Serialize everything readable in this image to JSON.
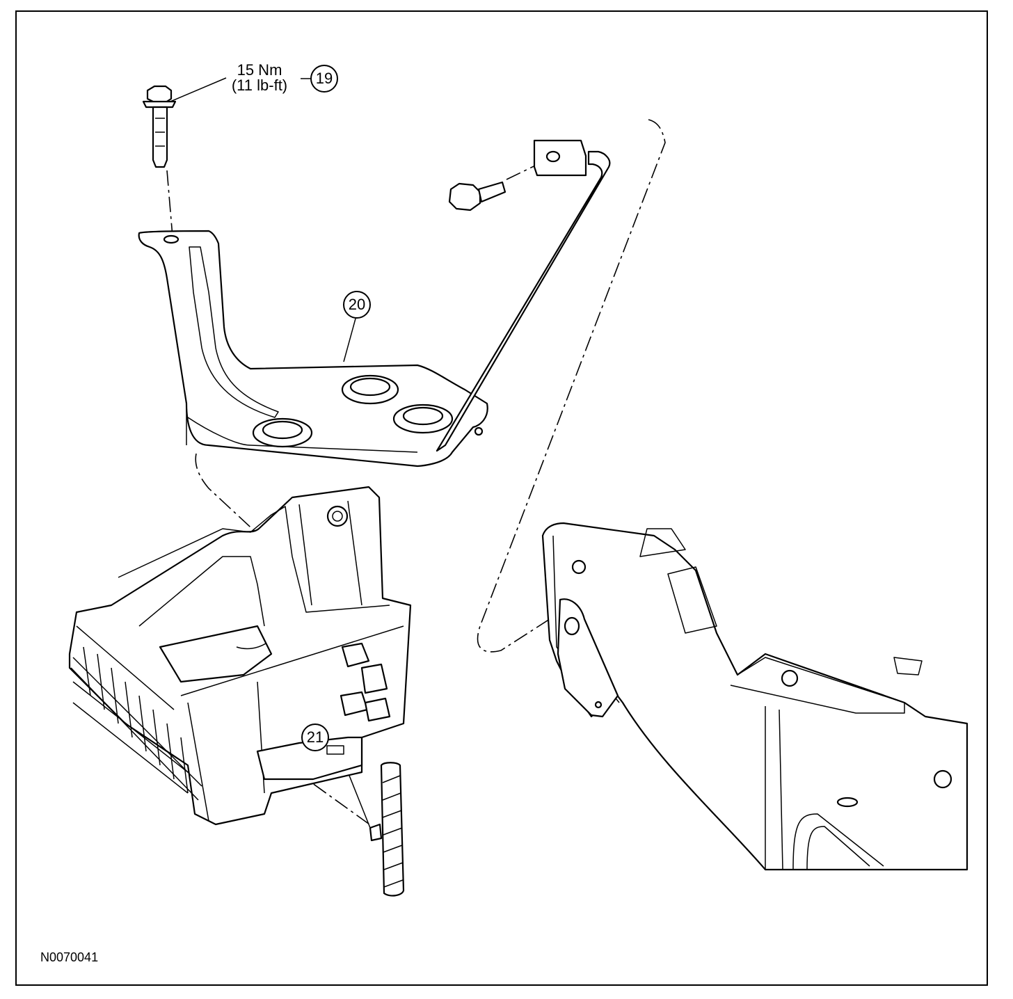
{
  "torque_spec": {
    "line1": "15 Nm",
    "line2": "(11 lb-ft)"
  },
  "callouts": [
    {
      "id": "19",
      "label": "19"
    },
    {
      "id": "20",
      "label": "20"
    },
    {
      "id": "21",
      "label": "21"
    }
  ],
  "figure_id": "N0070041"
}
